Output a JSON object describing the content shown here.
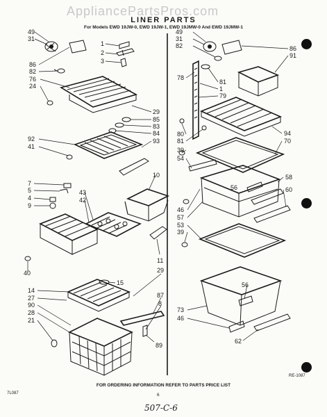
{
  "watermark": "AppliancePartsPros.com",
  "title": "LINER PARTS",
  "subtitle": "For Models EWD 19JW-0, EWD 19JW-1, EWD 19JMW-0 And EWD 19JMW-1",
  "footer_note": "FOR ORDERING INFORMATION REFER TO PARTS PRICE LIST",
  "page_number": "6",
  "code_left": "7L087",
  "code_right": "RE-1087",
  "handwritten": "507-C-6",
  "callouts": {
    "l49": "49",
    "l31": "31",
    "l86": "86",
    "l82": "82",
    "l76": "76",
    "l24": "24",
    "l1": "1",
    "l2": "2",
    "l3": "3",
    "l29": "29",
    "l85": "85",
    "l83": "83",
    "l84": "84",
    "l93": "93",
    "l92": "92",
    "l41": "41",
    "l10": "10",
    "l7": "7",
    "l5": "5",
    "l4": "4",
    "l9": "9",
    "l43": "43",
    "l42": "42",
    "l11": "11",
    "l40": "40",
    "l29b": "29",
    "l15": "15",
    "l14": "14",
    "l27": "27",
    "l90": "90",
    "l28": "28",
    "l21": "21",
    "l87": "87",
    "l8": "8",
    "l89": "89",
    "r49": "49",
    "r31": "31",
    "r82": "82",
    "r86": "86",
    "r91": "91",
    "r78": "78",
    "r81": "81",
    "r1": "1",
    "r79": "79",
    "r80": "80",
    "r81b": "81",
    "r39": "39",
    "r54": "54",
    "r94": "94",
    "r70": "70",
    "r58": "58",
    "r56": "56",
    "r60": "60",
    "r46": "46",
    "r57": "57",
    "r53": "53",
    "r39b": "39",
    "r56b": "56",
    "r73": "73",
    "r46b": "46",
    "r62": "62"
  }
}
